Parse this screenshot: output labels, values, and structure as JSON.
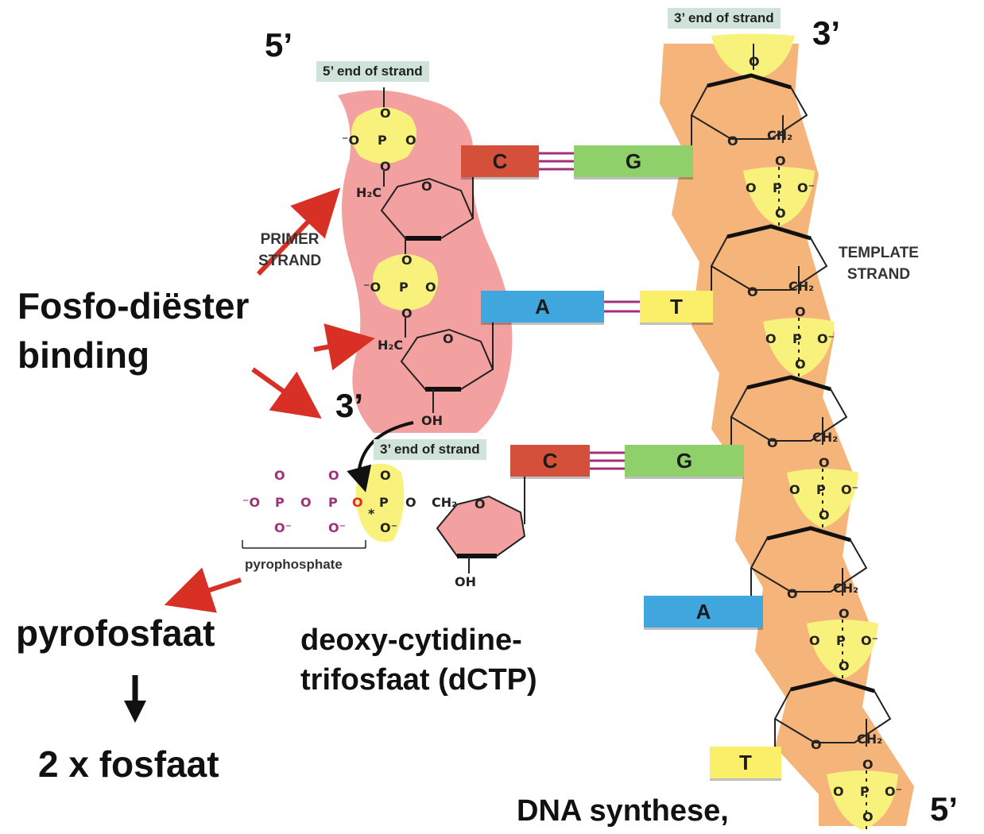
{
  "labels": {
    "five_prime_top": "5’",
    "three_prime_top": "3’",
    "three_prime_mid": "3’",
    "five_prime_bottom": "5’",
    "five_end_of_strand": "5’ end of strand",
    "three_end_of_strand_top": "3’ end of strand",
    "three_end_of_strand_mid": "3’ end of strand",
    "primer_strand": "PRIMER STRAND",
    "primer_strand_line1": "PRIMER",
    "primer_strand_line2": "STRAND",
    "template_strand_line1": "TEMPLATE",
    "template_strand_line2": "STRAND",
    "pyrophosphate": "pyrophosphate",
    "oh_primer": "OH",
    "oh_dctp": "OH",
    "asterisk": "*"
  },
  "annotations": {
    "fosfo_line1": "Fosfo-diëster",
    "fosfo_line2": "binding",
    "pyrofosfaat": "pyrofosfaat",
    "twee_fosfaat": "2 x fosfaat",
    "dctp_line1": "deoxy-cytidine-",
    "dctp_line2": "trifosfaat (dCTP)",
    "dna_synthese": "DNA synthese,"
  },
  "base_pairs": [
    {
      "left": "C",
      "right": "G",
      "bond_count": 3
    },
    {
      "left": "A",
      "right": "T",
      "bond_count": 2
    },
    {
      "left": "C",
      "right": "G",
      "bond_count": 3
    }
  ],
  "unpaired_bases": [
    "A",
    "T"
  ],
  "chemistry": {
    "phosphate_primer": {
      "top": "O",
      "left": "⁻O",
      "center": "P",
      "right": "O",
      "bottom": "O"
    },
    "phosphate_template": {
      "top": "O",
      "left": "O",
      "center": "P",
      "right": "O⁻",
      "bottom": "O"
    },
    "h2c": "H₂C",
    "ch2": "CH₂",
    "ring_oxygen": "O",
    "dctp_chain": [
      "⁻O",
      "P",
      "O",
      "P",
      "O",
      "P",
      "O",
      "CH₂"
    ]
  },
  "colors": {
    "primer_blob": "#f2a0a0",
    "template_blob": "#f5b47a",
    "phosphate_highlight": "#f8f27c",
    "end_label_bg": "#cfe3da",
    "arrow_red": "#d93025",
    "pyrophosphate_purple": "#a0307a",
    "base_C": "#d4503a",
    "base_G": "#8fd06a",
    "base_A": "#3fa7de",
    "base_T": "#fbef6a"
  }
}
